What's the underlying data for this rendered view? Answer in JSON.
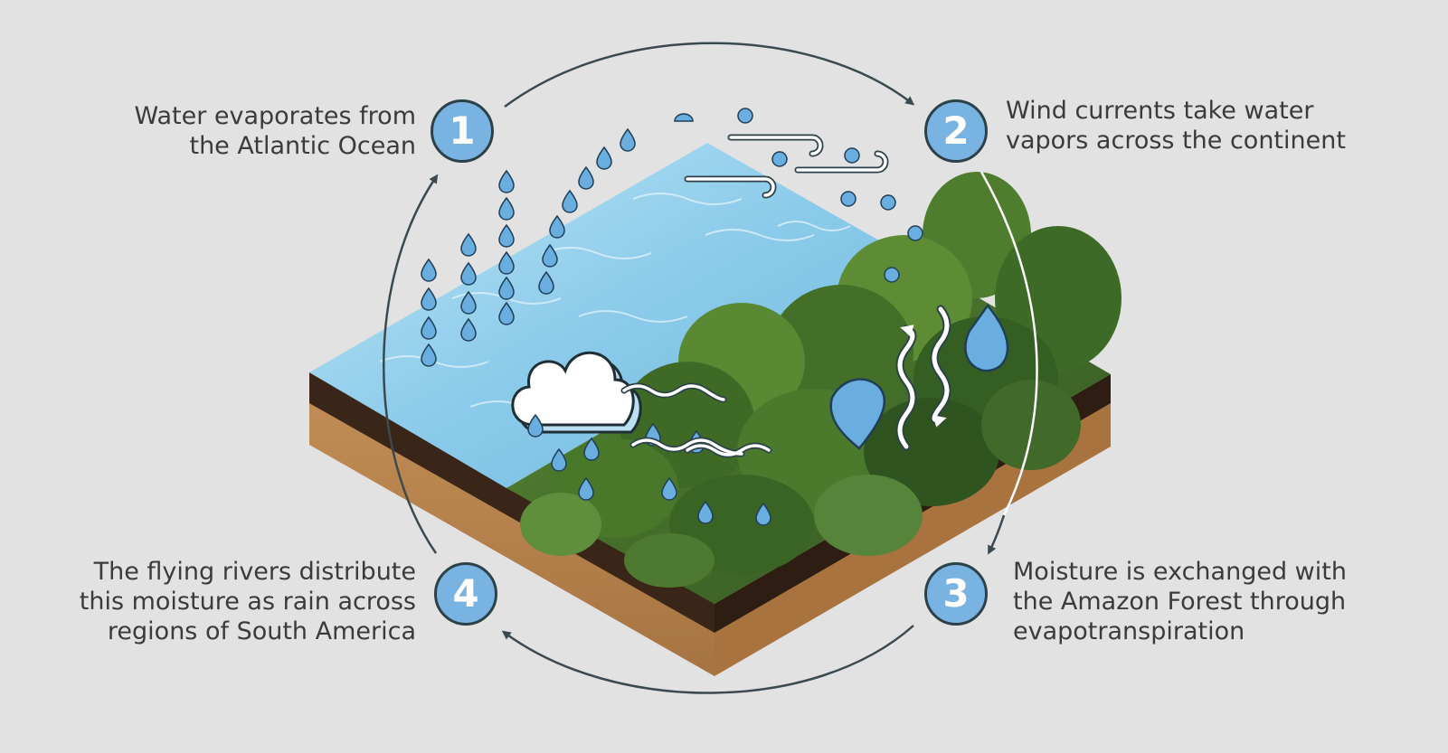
{
  "steps": [
    {
      "number": "1",
      "text": "Water evaporates from the Atlantic Ocean"
    },
    {
      "number": "2",
      "text": "Wind currents take water vapors across the continent"
    },
    {
      "number": "3",
      "text": "Moisture is exchanged with the Amazon Forest through evapotranspiration"
    },
    {
      "number": "4",
      "text": "The flying rivers distribute this moisture as rain across regions of South America"
    }
  ],
  "colors": {
    "background": "#e2e2e2",
    "badge_fill": "#79b3e1",
    "badge_outline": "#2d4148",
    "cycle_arrow": "#3a4a50",
    "water": "#8fd0ee",
    "forest": "#3f6a2a",
    "soil_dark": "#3a2618",
    "soil_light": "#b98650",
    "droplet": "#6aaee0"
  },
  "icons": [
    "cycle-arrow-icon",
    "droplet-icon",
    "cloud-icon",
    "wind-icon",
    "wavy-arrow-icon"
  ]
}
